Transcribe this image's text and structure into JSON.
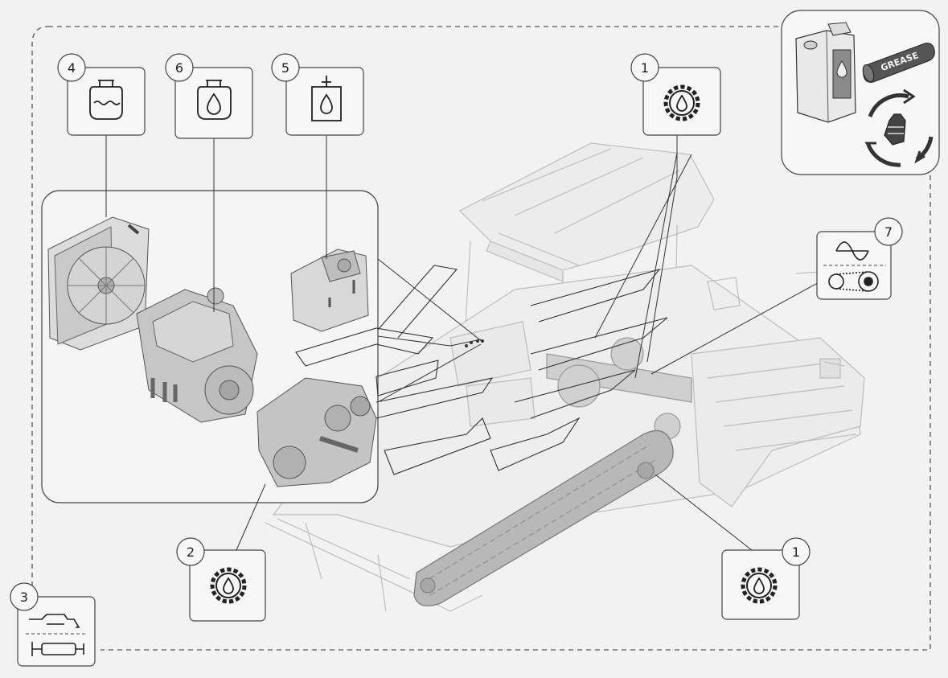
{
  "callouts": [
    {
      "id": "gear-oil-track-upper",
      "number": "1",
      "icon": "gear-oil-drop-icon"
    },
    {
      "id": "gear-oil-track-lower",
      "number": "1",
      "icon": "gear-oil-drop-icon"
    },
    {
      "id": "gear-oil-pump-drive",
      "number": "2",
      "icon": "gear-oil-drop-icon"
    },
    {
      "id": "exhaust-system",
      "number": "3",
      "icon": "exhaust-muffler-icon"
    },
    {
      "id": "coolant",
      "number": "4",
      "icon": "coolant-reservoir-icon"
    },
    {
      "id": "hydraulic-oil-tank",
      "number": "5",
      "icon": "hydraulic-tank-oil-icon"
    },
    {
      "id": "engine-oil",
      "number": "6",
      "icon": "engine-oil-icon"
    },
    {
      "id": "belt-drive",
      "number": "7",
      "icon": "belt-drive-icon"
    }
  ],
  "supplies": {
    "grease_label": "GREASE",
    "icons": [
      "oil-canister-icon",
      "grease-tube-icon",
      "maintenance-cycle-icon"
    ]
  },
  "colors": {
    "background": "#f2f2f2",
    "stroke": "#3a3a3a",
    "machine": "#b9b9b9",
    "box_fill": "#f7f7f7"
  }
}
